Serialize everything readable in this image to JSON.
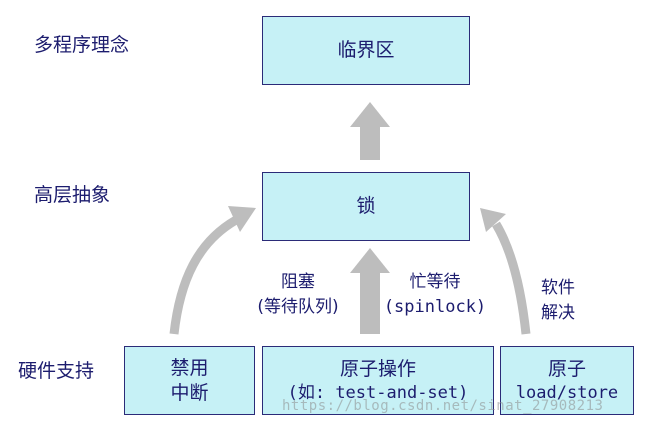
{
  "levels": {
    "top": "多程序理念",
    "middle": "高层抽象",
    "bottom": "硬件支持"
  },
  "boxes": {
    "critical_section": "临界区",
    "lock": "锁",
    "disable_interrupt_line1": "禁用",
    "disable_interrupt_line2": "中断",
    "atomic_op_title": "原子操作",
    "atomic_op_example": "(如: test-and-set)",
    "atomic_ls_title": "原子",
    "atomic_ls_sub": "load/store"
  },
  "notes": {
    "blocking_line1": "阻塞",
    "blocking_line2": "(等待队列)",
    "busy_wait_line1": "忙等待",
    "busy_wait_line2": "(spinlock)",
    "software_line1": "软件",
    "software_line2": "解决"
  },
  "watermark": "https://blog.csdn.net/sinat_27908213",
  "colors": {
    "box_fill": "#c6f1f6",
    "box_border": "#2b2b78",
    "arrow": "#bdbdbd",
    "text": "#1c1c6e"
  }
}
